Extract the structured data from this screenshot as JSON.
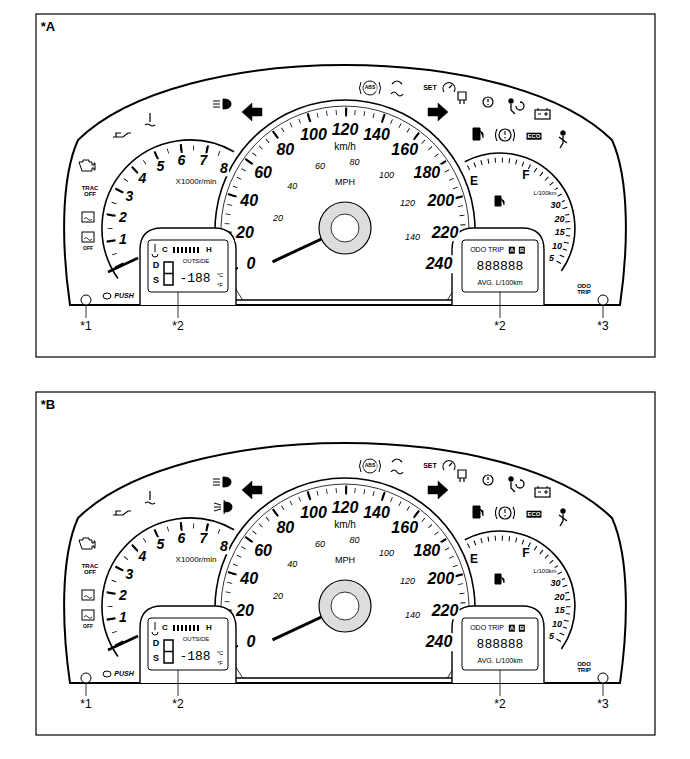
{
  "diagram": {
    "labels": [
      "*A",
      "0",
      "20",
      "40",
      "60",
      "80",
      "100",
      "120",
      "140",
      "160",
      "180",
      "200",
      "220",
      "240",
      "km/h",
      "20",
      "40",
      "60",
      "80",
      "100",
      "120",
      "140",
      "MPH",
      "1",
      "2",
      "3",
      "4",
      "5",
      "6",
      "7",
      "8",
      "X1000r/min",
      "E",
      "F",
      "L/100km",
      "30",
      "20",
      "15",
      "10",
      "5",
      "C",
      "H",
      "OUTSIDE",
      "D",
      "S",
      "-188",
      "°C",
      "°F",
      "ODO TRIP",
      "A",
      "B",
      "888888",
      "AVG. L/100km",
      "TRAC OFF",
      "OFF",
      "PUSH",
      "ODO TRIP",
      "SET",
      "ABS",
      "ECO",
      "*1",
      "*2",
      "*2",
      "*3",
      "*B",
      "0",
      "20",
      "40",
      "60",
      "80",
      "100",
      "120",
      "140",
      "160",
      "180",
      "200",
      "220",
      "240",
      "km/h",
      "20",
      "40",
      "60",
      "80",
      "100",
      "120",
      "140",
      "MPH",
      "1",
      "2",
      "3",
      "4",
      "5",
      "6",
      "7",
      "8",
      "X1000r/min",
      "E",
      "F",
      "L/100km",
      "30",
      "20",
      "15",
      "10",
      "5",
      "C",
      "H",
      "OUTSIDE",
      "D",
      "S",
      "-188",
      "°C",
      "°F",
      "ODO TRIP",
      "A",
      "B",
      "888888",
      "AVG. L/100km",
      "TRAC OFF",
      "OFF",
      "PUSH",
      "ODO TRIP",
      "SET",
      "ABS",
      "ECO",
      "*1",
      "*2",
      "*2",
      "*3"
    ]
  }
}
